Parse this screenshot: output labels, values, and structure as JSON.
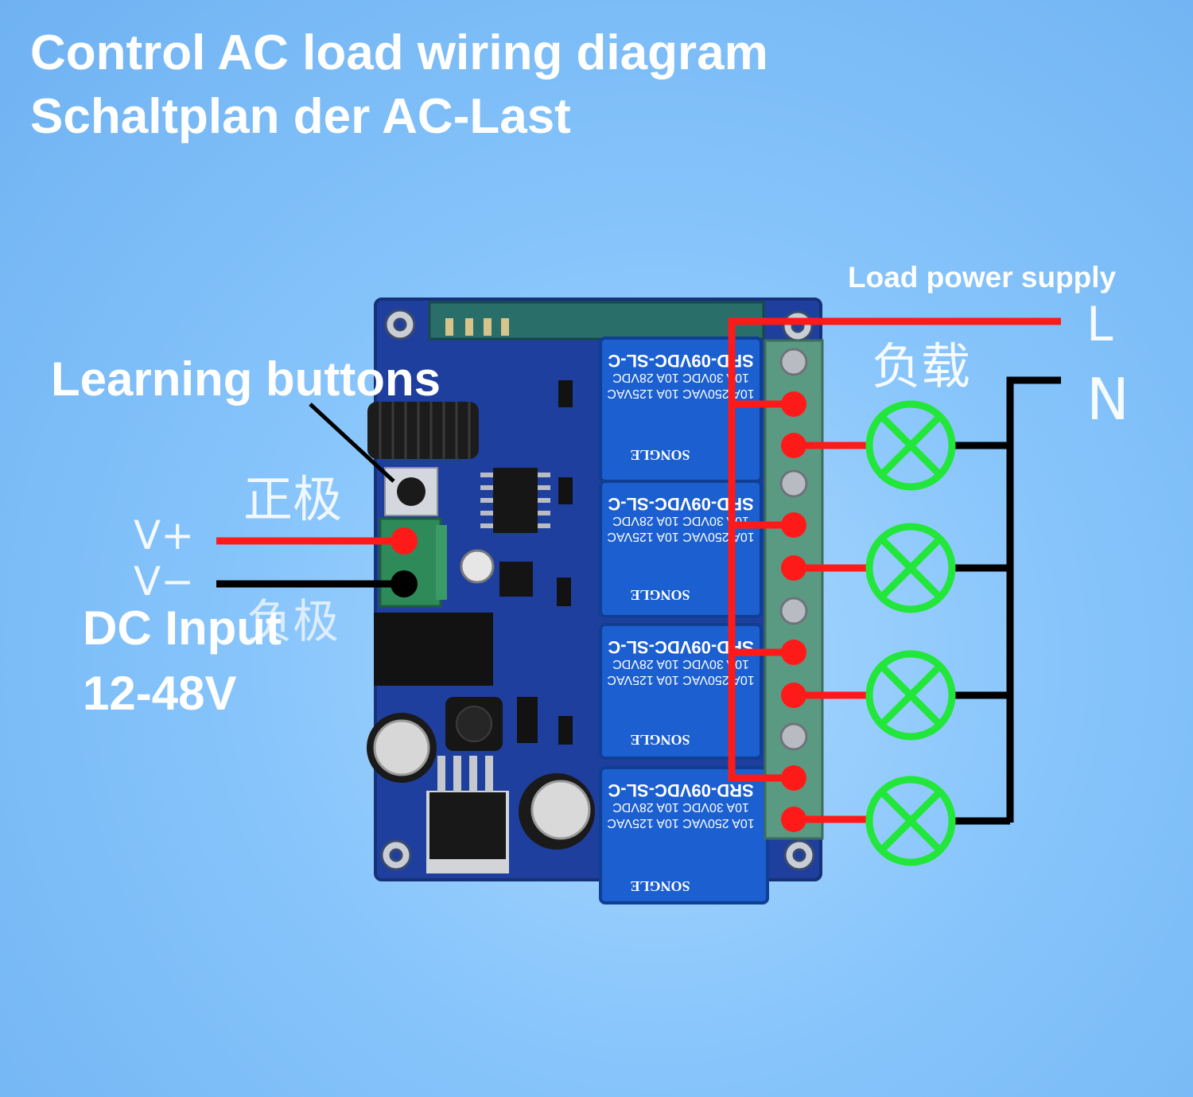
{
  "titles": {
    "line1": "Control AC load wiring diagram",
    "line2": "Schaltplan der AC-Last"
  },
  "labels": {
    "learning_buttons": "Learning buttons",
    "dc_input": "DC Input",
    "voltage_range": "12-48V",
    "v_plus": "V+",
    "v_minus": "V−",
    "positive_cn": "正极",
    "negative_cn": "负极",
    "load_power_supply": "Load power supply",
    "load_cn": "负载",
    "line_L": "L",
    "line_N": "N"
  },
  "relays": [
    {
      "model": "SRD-09VDC-SL-C",
      "rating1": "10A 250VAC  10A 125VAC",
      "rating2": "10A 30VDC  10A 28VDC",
      "brand": "SONGLE"
    },
    {
      "model": "SRD-09VDC-SL-C",
      "rating1": "10A 250VAC  10A 125VAC",
      "rating2": "10A 30VDC  10A 28VDC",
      "brand": "SONGLE"
    },
    {
      "model": "SRD-09VDC-SL-C",
      "rating1": "10A 250VAC  10A 125VAC",
      "rating2": "10A 30VDC  10A 28VDC",
      "brand": "SONGLE"
    },
    {
      "model": "SRD-09VDC-SL-C",
      "rating1": "10A 250VAC  10A 125VAC",
      "rating2": "10A 30VDC  10A 28VDC",
      "brand": "SONGLE"
    }
  ],
  "colors": {
    "background": "#86c4fb",
    "pcb": "#1f3f9e",
    "relay": "#1b5fd0",
    "wire_live": "#ff1a1a",
    "wire_neutral": "#000000",
    "lamp": "#22e63a",
    "text": "#ffffff"
  }
}
